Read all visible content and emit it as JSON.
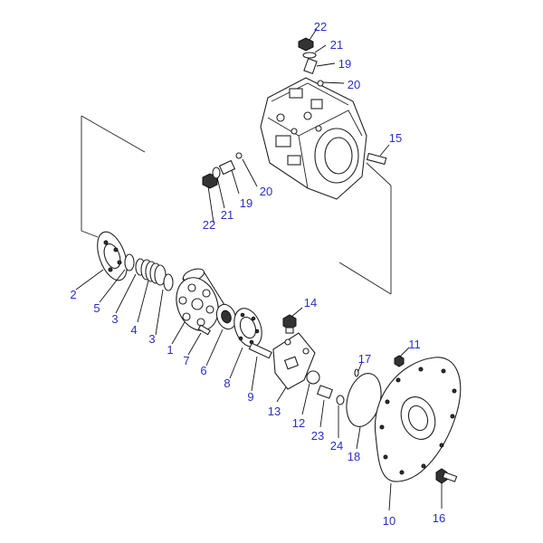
{
  "callouts": [
    {
      "key": "p22a",
      "label": "22"
    },
    {
      "key": "p21a",
      "label": "21"
    },
    {
      "key": "p19a",
      "label": "19"
    },
    {
      "key": "p20a",
      "label": "20"
    },
    {
      "key": "p15",
      "label": "15"
    },
    {
      "key": "p19b",
      "label": "19"
    },
    {
      "key": "p20b",
      "label": "20"
    },
    {
      "key": "p21b",
      "label": "21"
    },
    {
      "key": "p22b",
      "label": "22"
    },
    {
      "key": "p2",
      "label": "2"
    },
    {
      "key": "p5",
      "label": "5"
    },
    {
      "key": "p3a",
      "label": "3"
    },
    {
      "key": "p4",
      "label": "4"
    },
    {
      "key": "p3b",
      "label": "3"
    },
    {
      "key": "p1",
      "label": "1"
    },
    {
      "key": "p7",
      "label": "7"
    },
    {
      "key": "p6",
      "label": "6"
    },
    {
      "key": "p8",
      "label": "8"
    },
    {
      "key": "p9",
      "label": "9"
    },
    {
      "key": "p14",
      "label": "14"
    },
    {
      "key": "p13",
      "label": "13"
    },
    {
      "key": "p12",
      "label": "12"
    },
    {
      "key": "p23",
      "label": "23"
    },
    {
      "key": "p17",
      "label": "17"
    },
    {
      "key": "p24",
      "label": "24"
    },
    {
      "key": "p18",
      "label": "18"
    },
    {
      "key": "p11",
      "label": "11"
    },
    {
      "key": "p10",
      "label": "10"
    },
    {
      "key": "p16",
      "label": "16"
    }
  ],
  "colors": {
    "callout": "#2a2fc8",
    "line": "#222222"
  }
}
